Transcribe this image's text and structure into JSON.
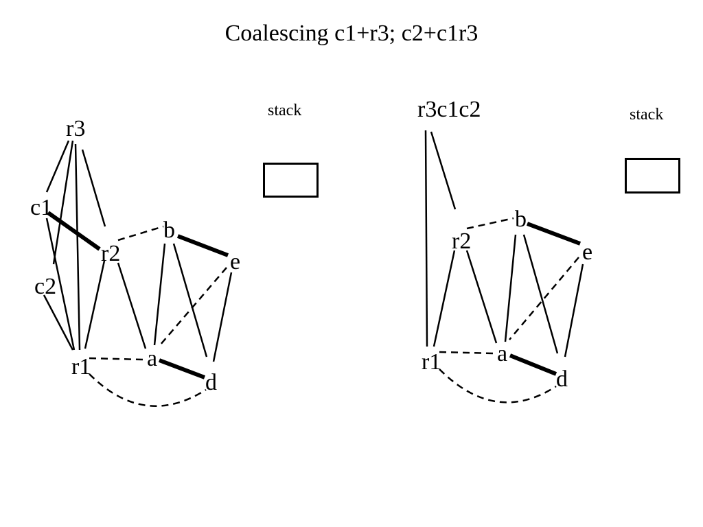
{
  "slide": {
    "title": "Coalescing c1+r3; c2+c1r3"
  },
  "left_graph": {
    "stack_label": "stack",
    "nodes": {
      "r3": "r3",
      "c1": "c1",
      "c2": "c2",
      "r2": "r2",
      "b": "b",
      "e": "e",
      "r1": "r1",
      "a": "a",
      "d": "d"
    }
  },
  "right_graph": {
    "stack_label": "stack",
    "nodes": {
      "r3c1c2": "r3c1c2",
      "r2": "r2",
      "b": "b",
      "e": "e",
      "r1": "r1",
      "a": "a",
      "d": "d"
    }
  }
}
